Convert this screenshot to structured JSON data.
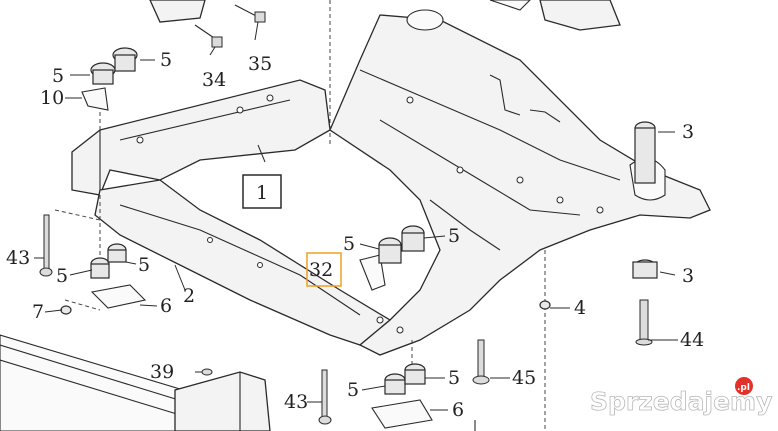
{
  "diagram": {
    "callouts": {
      "c5_top": "5",
      "c5_left": "5",
      "c10": "10",
      "c34": "34",
      "c35": "35",
      "c1": "1",
      "c3_top": "3",
      "c3_mid": "3",
      "c43_left": "43",
      "c5_ll1": "5",
      "c5_ll2": "5",
      "c2": "2",
      "c7": "7",
      "c6_left": "6",
      "c32": "32",
      "c5_mid1": "5",
      "c5_mid2": "5",
      "c4": "4",
      "c44": "44",
      "c39": "39",
      "c45": "45",
      "c43_bottom": "43",
      "c5_b1": "5",
      "c5_b2": "5",
      "c6_bottom": "6"
    },
    "highlight_color": "#f0a020",
    "line_color": "#2a2a2a"
  },
  "watermark": {
    "text": "Sprzedajemy",
    "suffix": ".pl",
    "badge_color": "#e0312b"
  }
}
